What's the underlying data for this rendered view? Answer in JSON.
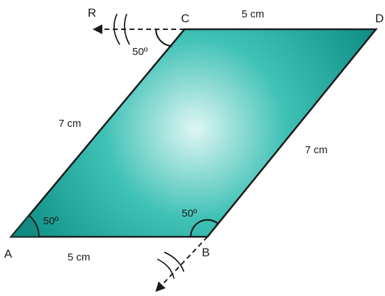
{
  "vertices": {
    "A": "A",
    "B": "B",
    "C": "C",
    "D": "D",
    "R": "R"
  },
  "sides": {
    "ab": "5 cm",
    "cd": "5 cm",
    "ac": "7 cm",
    "bd": "7 cm"
  },
  "angles": {
    "at_a": "50º",
    "at_b": "50º",
    "at_c": "50º"
  },
  "colors": {
    "fill_center": "#dff6f3",
    "fill_mid": "#3fc1b6",
    "fill_edge": "#0e8f85",
    "stroke": "#1a1a1a"
  }
}
